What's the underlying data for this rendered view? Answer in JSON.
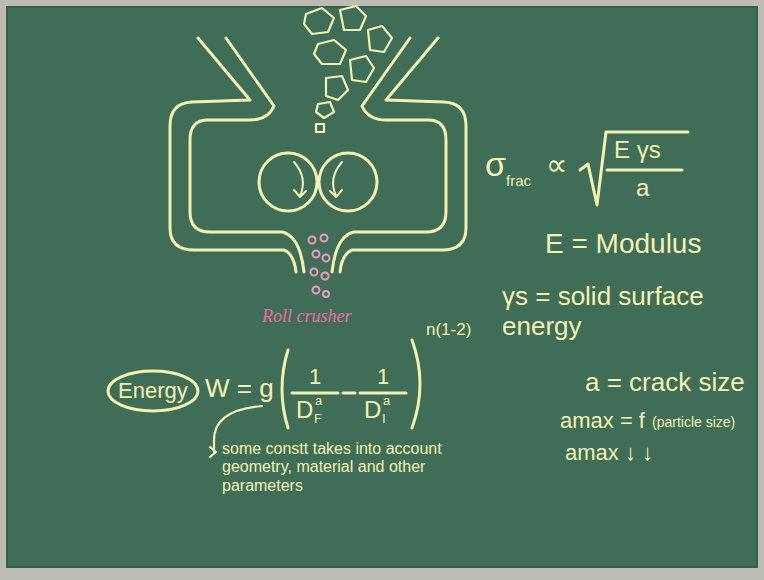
{
  "diagram": {
    "labels": [
      "σ",
      "frac",
      "∝",
      "E γs",
      "a",
      "E = Modulus",
      "n(1-2)",
      "γs = solid surface energy",
      "a = crack size",
      "amax = f",
      "(particle size)",
      "amax ↓ ↓",
      "Roll crusher",
      "Energy",
      "W = g",
      "1",
      "D",
      "F",
      "a",
      "1",
      "D",
      "I",
      "a",
      "some constt takes into account geometry, material and other parameters"
    ]
  }
}
